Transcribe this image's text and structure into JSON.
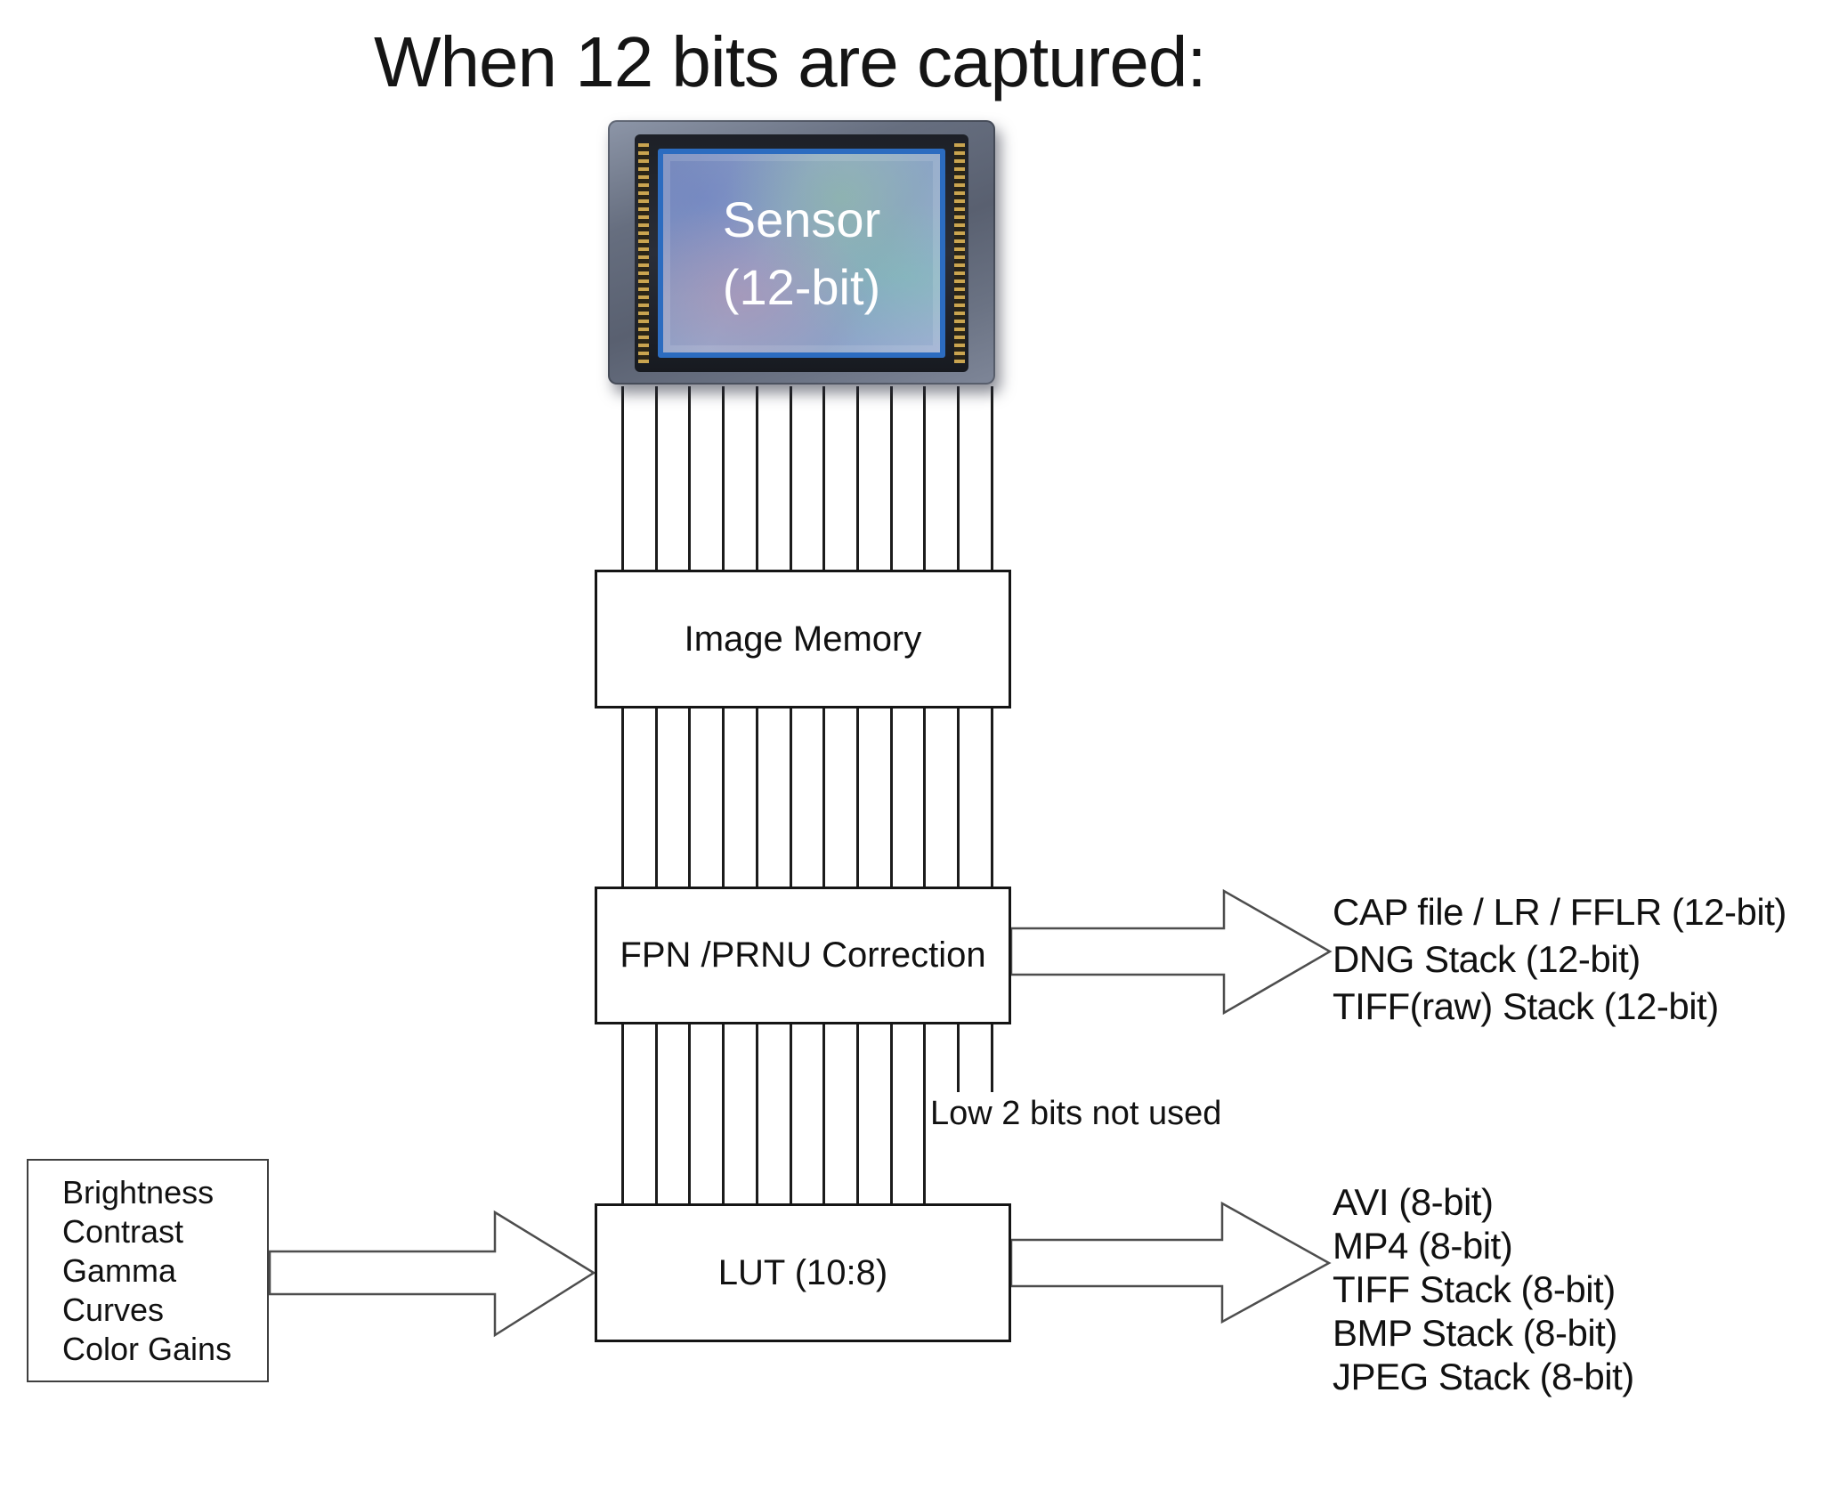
{
  "title": "When 12 bits are captured:",
  "sensor": {
    "line1": "Sensor",
    "line2": "(12-bit)"
  },
  "blocks": {
    "image_memory": {
      "label": "Image Memory"
    },
    "fpn": {
      "label": "FPN /PRNU Correction"
    },
    "lut": {
      "label": "LUT (10:8)"
    }
  },
  "buses": {
    "sensor_to_memory_bits": 12,
    "memory_to_fpn_bits": 12,
    "fpn_to_lut_used_bits": 10,
    "fpn_to_lut_unused_bits": 2
  },
  "controls": {
    "items": [
      "Brightness",
      "Contrast",
      "Gamma",
      "Curves",
      "Color Gains"
    ]
  },
  "note_low_bits": "Low 2 bits not used",
  "outputs_12bit": {
    "items": [
      "CAP file / LR / FFLR (12-bit)",
      "DNG Stack (12-bit)",
      "TIFF(raw) Stack (12-bit)"
    ]
  },
  "outputs_8bit": {
    "items": [
      "AVI (8-bit)",
      "MP4 (8-bit)",
      "TIFF Stack (8-bit)",
      "BMP Stack (8-bit)",
      "JPEG Stack (8-bit)"
    ]
  },
  "colors": {
    "line": "#1c1c1c",
    "arrow_stroke": "#4d4d4d",
    "screen_blue": "#2c6cc0"
  }
}
